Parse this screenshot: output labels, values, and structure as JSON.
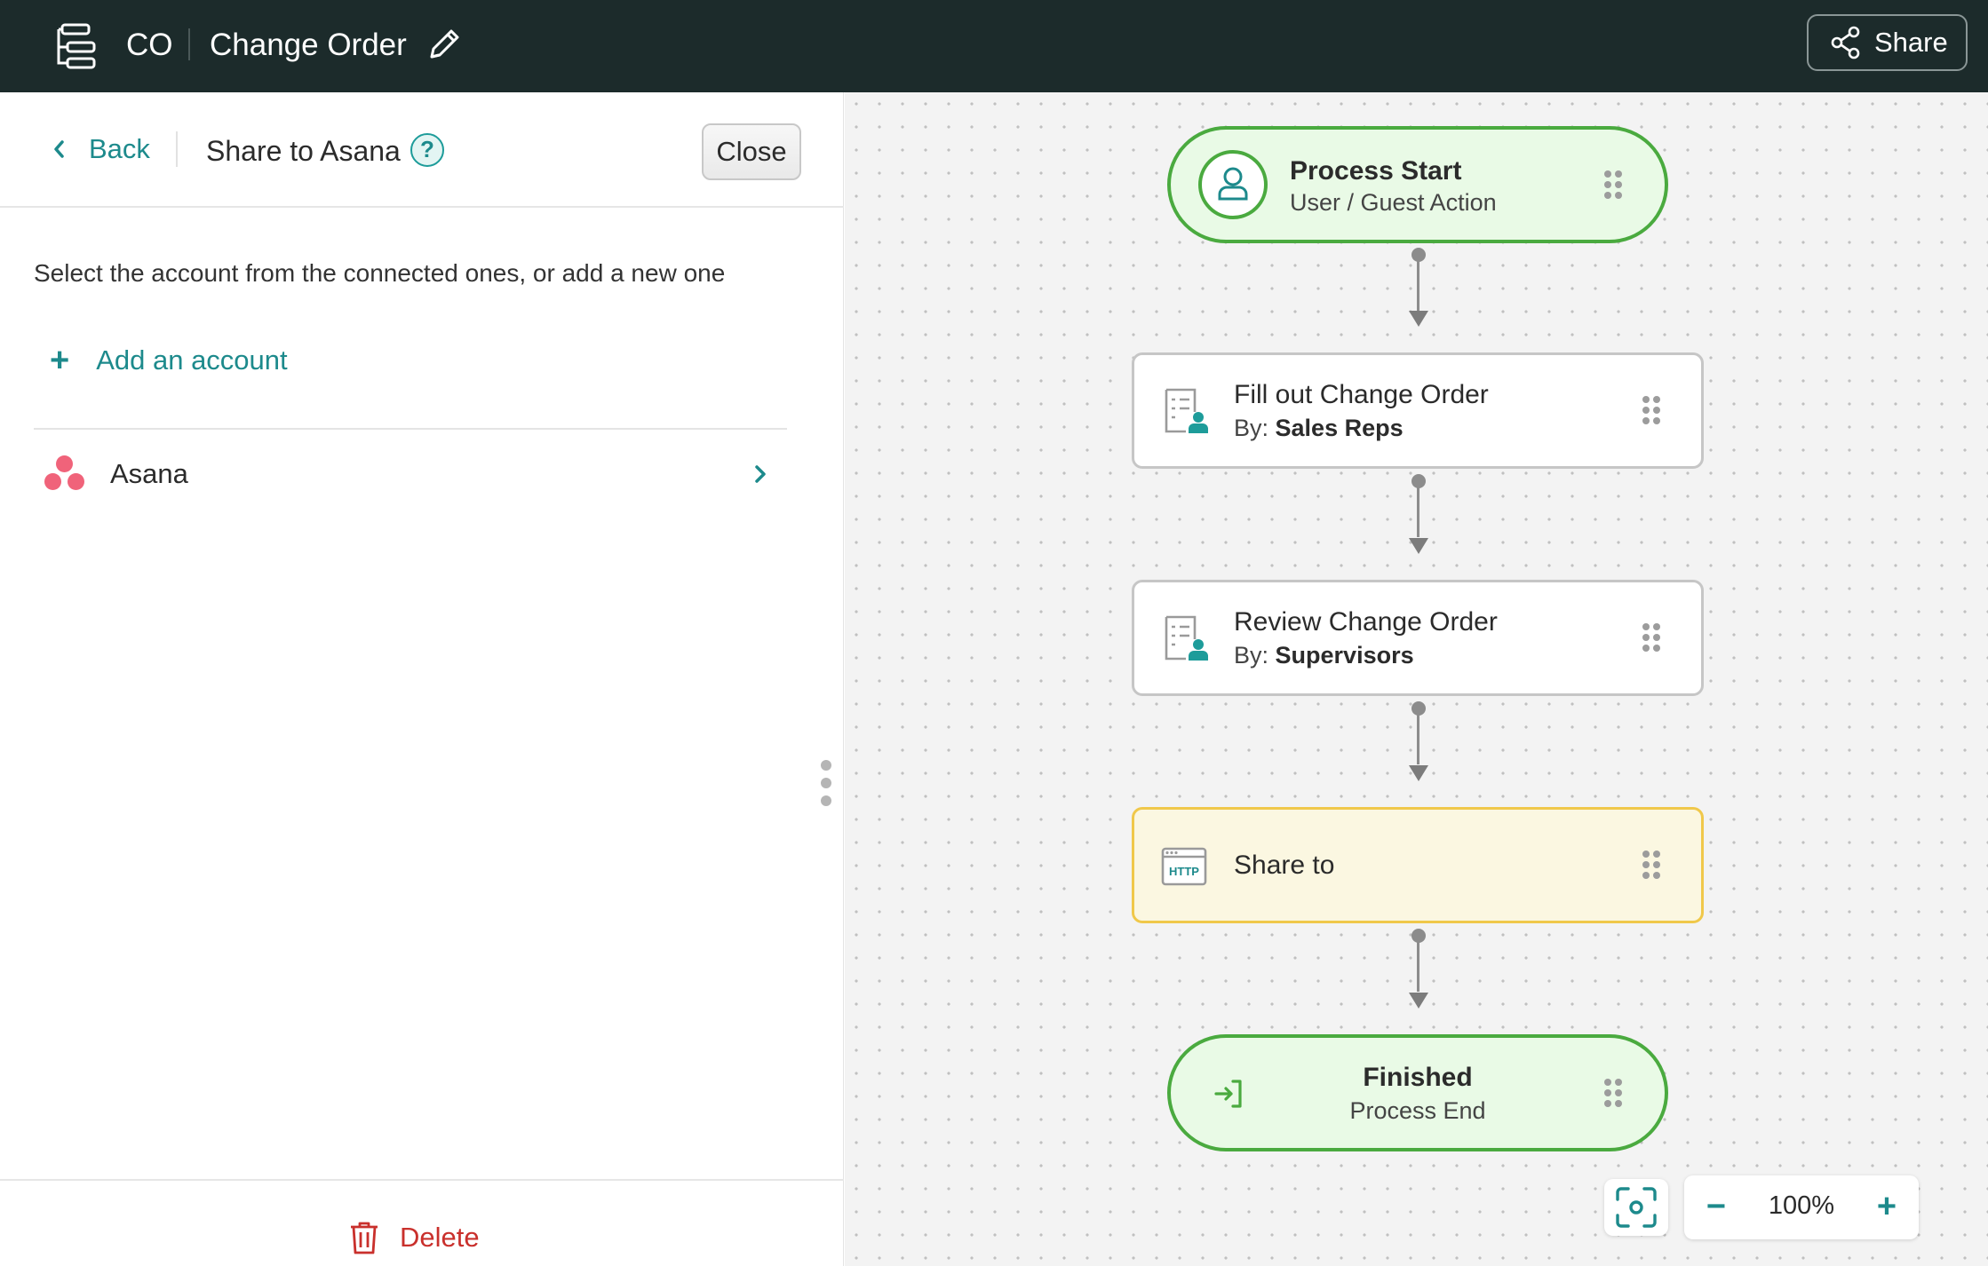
{
  "topbar": {
    "abbr": "CO",
    "title": "Change Order",
    "share_label": "Share"
  },
  "panel": {
    "back_label": "Back",
    "title": "Share to Asana",
    "help_label": "?",
    "close_label": "Close",
    "instruction": "Select the account from the connected ones, or add a new one",
    "add_account_label": "Add an account",
    "accounts": [
      {
        "name": "Asana",
        "icon": "asana-logo-icon"
      }
    ],
    "delete_label": "Delete"
  },
  "flow": {
    "nodes": [
      {
        "type": "start",
        "title": "Process Start",
        "subtitle": "User / Guest Action",
        "icon": "user-icon"
      },
      {
        "type": "task",
        "title": "Fill out Change Order",
        "by_label": "By:",
        "assignee": "Sales Reps",
        "icon": "form-user-icon"
      },
      {
        "type": "task",
        "title": "Review Change Order",
        "by_label": "By:",
        "assignee": "Supervisors",
        "icon": "form-user-icon"
      },
      {
        "type": "share",
        "title": "Share to",
        "icon": "http-icon",
        "icon_text": "HTTP"
      },
      {
        "type": "end",
        "title": "Finished",
        "subtitle": "Process End",
        "icon": "exit-icon"
      }
    ]
  },
  "zoom": {
    "minus_label": "−",
    "value": "100%",
    "plus_label": "+"
  },
  "colors": {
    "topbar_bg": "#1c2b2b",
    "accent_teal": "#1d8a8c",
    "start_end_border": "#4aaa3f",
    "start_end_fill": "#e9fae6",
    "share_border": "#f0c84a",
    "share_fill": "#fbf7e1",
    "delete_red": "#c9302c",
    "asana_pink": "#f0637a"
  }
}
